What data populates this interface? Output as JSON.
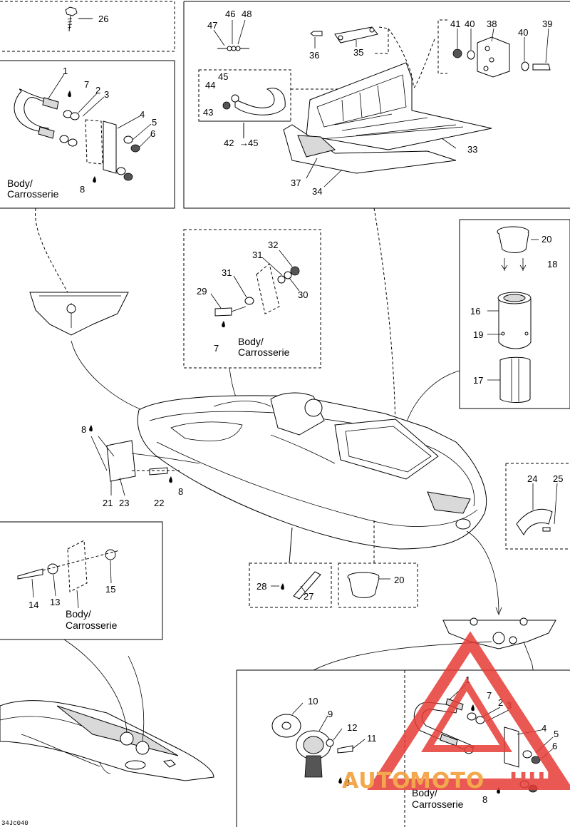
{
  "diagram_code": "34Jc040",
  "body_label": [
    "Body/",
    "Carrosserie"
  ],
  "watermark": {
    "part1": "AUTO",
    "part2": "MOTO",
    "part3": "HUB",
    "color_red": "#e63b35",
    "color_orange": "#f29a2e"
  },
  "callouts": {
    "n1a": "1",
    "n2a": "2",
    "n3a": "3",
    "n4a": "4",
    "n5a": "5",
    "n6a": "6",
    "n7a": "7",
    "n8a": "8",
    "n26": "26",
    "n47": "47",
    "n46": "46",
    "n48": "48",
    "n36": "36",
    "n35": "35",
    "n41": "41",
    "n40a": "40",
    "n38": "38",
    "n40b": "40",
    "n39": "39",
    "n44": "44",
    "n45": "45",
    "n43": "43",
    "n42": "42",
    "n45b": "45",
    "n33": "33",
    "n37": "37",
    "n34": "34",
    "n32": "32",
    "n31a": "31",
    "n31b": "31",
    "n29": "29",
    "n30": "30",
    "n7b": "7",
    "n20a": "20",
    "n18": "18",
    "n16": "16",
    "n19": "19",
    "n17": "17",
    "n8b": "8",
    "n8c": "8",
    "n21": "21",
    "n23": "23",
    "n22": "22",
    "n24": "24",
    "n25": "25",
    "n14": "14",
    "n13": "13",
    "n15": "15",
    "n28": "28",
    "n27": "27",
    "n20b": "20",
    "n10": "10",
    "n9": "9",
    "n12": "12",
    "n11": "11",
    "n18b": "8",
    "n1b": "1",
    "n7c": "7",
    "n2b": "2",
    "n3b": "3",
    "n4b": "4",
    "n5b": "5",
    "n6b": "6",
    "n8d": "8"
  }
}
